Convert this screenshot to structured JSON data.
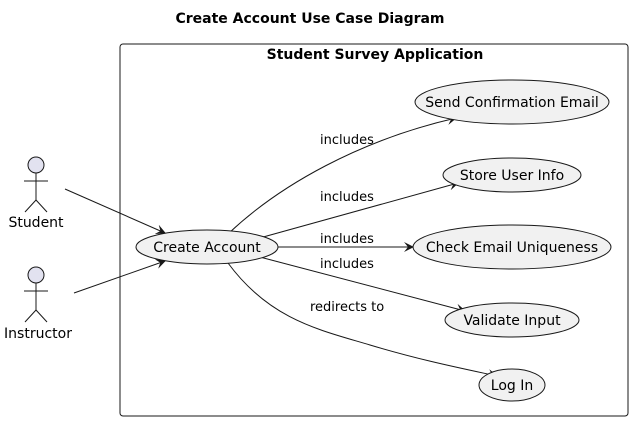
{
  "diagram": {
    "title": "Create Account Use Case Diagram",
    "system_boundary": "Student Survey Application",
    "colors": {
      "actor_fill": "#E2E2F0",
      "usecase_fill": "#F1F1F1",
      "stroke": "#181818",
      "edge": "#181818"
    },
    "actors": [
      {
        "id": "student",
        "label": "Student"
      },
      {
        "id": "instructor",
        "label": "Instructor"
      }
    ],
    "use_cases": [
      {
        "id": "create",
        "label": "Create Account"
      },
      {
        "id": "email",
        "label": "Send Confirmation Email"
      },
      {
        "id": "store",
        "label": "Store User Info"
      },
      {
        "id": "unique",
        "label": "Check Email Uniqueness"
      },
      {
        "id": "validate",
        "label": "Validate Input"
      },
      {
        "id": "login",
        "label": "Log In"
      }
    ],
    "relations": [
      {
        "from": "student",
        "to": "create",
        "label": ""
      },
      {
        "from": "instructor",
        "to": "create",
        "label": ""
      },
      {
        "from": "create",
        "to": "email",
        "label": "includes"
      },
      {
        "from": "create",
        "to": "store",
        "label": "includes"
      },
      {
        "from": "create",
        "to": "unique",
        "label": "includes"
      },
      {
        "from": "create",
        "to": "validate",
        "label": "includes"
      },
      {
        "from": "create",
        "to": "login",
        "label": "redirects to"
      }
    ]
  }
}
